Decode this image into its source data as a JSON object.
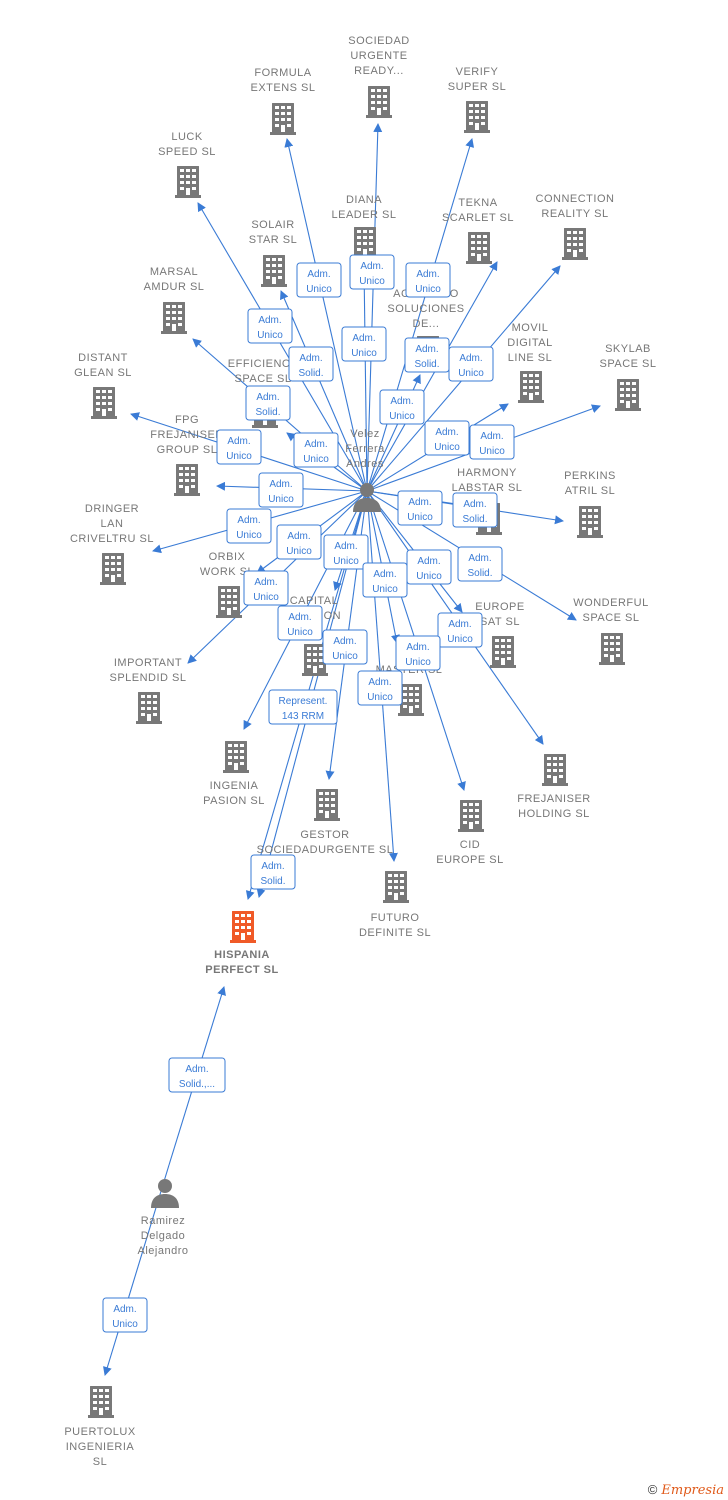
{
  "colors": {
    "edge": "#3a7bd5",
    "building": "#787878",
    "focus": "#f05a28",
    "person": "#787878"
  },
  "footer": {
    "copyright_symbol": "©",
    "brand": "Empresia"
  },
  "persons": [
    {
      "id": "velez",
      "lines": [
        "Velez",
        "Ferrera",
        "Andres"
      ]
    },
    {
      "id": "ramirez",
      "lines": [
        "Ramirez",
        "Delgado",
        "Alejandro"
      ]
    }
  ],
  "companies": [
    {
      "id": "sociedad-urgente-ready",
      "lines": [
        "SOCIEDAD",
        "URGENTE",
        "READY..."
      ]
    },
    {
      "id": "formula-extens",
      "lines": [
        "FORMULA",
        "EXTENS  SL"
      ]
    },
    {
      "id": "verify-super",
      "lines": [
        "VERIFY",
        "SUPER  SL"
      ]
    },
    {
      "id": "luck-speed",
      "lines": [
        "LUCK",
        "SPEED  SL"
      ]
    },
    {
      "id": "diana-leader",
      "lines": [
        "DIANA",
        "LEADER  SL"
      ]
    },
    {
      "id": "tekna-scarlet",
      "lines": [
        "TEKNA",
        "SCARLET  SL"
      ]
    },
    {
      "id": "connection-reality",
      "lines": [
        "CONNECTION",
        "REALITY  SL"
      ]
    },
    {
      "id": "solair-star",
      "lines": [
        "SOLAIR",
        "STAR  SL"
      ]
    },
    {
      "id": "marsal-amdur",
      "lines": [
        "MARSAL",
        "AMDUR  SL"
      ]
    },
    {
      "id": "actuando-soluciones",
      "lines": [
        "ACTUANDO",
        "SOLUCIONES",
        "DE..."
      ]
    },
    {
      "id": "movil-digital-line",
      "lines": [
        "MOVIL",
        "DIGITAL",
        "LINE SL"
      ]
    },
    {
      "id": "skylab-space",
      "lines": [
        "SKYLAB",
        "SPACE  SL"
      ]
    },
    {
      "id": "distant-glean",
      "lines": [
        "DISTANT",
        "GLEAN  SL"
      ]
    },
    {
      "id": "efficiency-space",
      "lines": [
        "EFFICIENCY",
        "SPACE SL"
      ]
    },
    {
      "id": "fpg-frejaniser-group",
      "lines": [
        "FPG",
        "FREJANISER",
        "GROUP  SL"
      ]
    },
    {
      "id": "harmony-labstar",
      "lines": [
        "HARMONY",
        "LABSTAR SL"
      ]
    },
    {
      "id": "perkins-atril",
      "lines": [
        "PERKINS",
        "ATRIL  SL"
      ]
    },
    {
      "id": "dringer-lan-criveltru",
      "lines": [
        "DRINGER",
        "LAN",
        "CRIVELTRU SL"
      ]
    },
    {
      "id": "orbix-work",
      "lines": [
        "ORBIX",
        "WORK  SL"
      ]
    },
    {
      "id": "capital-ocasion",
      "lines": [
        "CAPITAL",
        "OCASION"
      ]
    },
    {
      "id": "europe-sat",
      "lines": [
        "EUROPE",
        "SAT  SL"
      ]
    },
    {
      "id": "wonderful-space",
      "lines": [
        "WONDERFUL",
        "SPACE  SL"
      ]
    },
    {
      "id": "important-splendid",
      "lines": [
        "IMPORTANT",
        "SPLENDID  SL"
      ]
    },
    {
      "id": "kids-master",
      "lines": [
        "KIDS",
        "MASTER SL"
      ]
    },
    {
      "id": "ingenia-pasion",
      "lines": [
        "INGENIA",
        "PASION  SL"
      ]
    },
    {
      "id": "frejaniser-holding",
      "lines": [
        "FREJANISER",
        "HOLDING  SL"
      ]
    },
    {
      "id": "gestor-sociedadurgente",
      "lines": [
        "GESTOR",
        "SOCIEDADURGENTE SL"
      ]
    },
    {
      "id": "cid-europe",
      "lines": [
        "CID",
        "EUROPE  SL"
      ]
    },
    {
      "id": "futuro-definite",
      "lines": [
        "FUTURO",
        "DEFINITE  SL"
      ]
    },
    {
      "id": "hispania-perfect",
      "lines": [
        "HISPANIA",
        "PERFECT  SL"
      ],
      "focus": true
    },
    {
      "id": "puertolux-ingenieria",
      "lines": [
        "PUERTOLUX",
        "INGENIERIA",
        "SL"
      ]
    }
  ],
  "relations": [
    {
      "from": "velez",
      "to": "sociedad-urgente-ready",
      "lines": [
        "Adm.",
        "Unico"
      ]
    },
    {
      "from": "velez",
      "to": "formula-extens",
      "lines": [
        "Adm.",
        "Unico"
      ]
    },
    {
      "from": "velez",
      "to": "verify-super",
      "lines": [
        "Adm.",
        "Unico"
      ]
    },
    {
      "from": "velez",
      "to": "luck-speed",
      "lines": [
        "Adm.",
        "Unico"
      ]
    },
    {
      "from": "velez",
      "to": "diana-leader",
      "lines": [
        "Adm.",
        "Unico"
      ]
    },
    {
      "from": "velez",
      "to": "tekna-scarlet",
      "lines": [
        "Adm.",
        "Solid."
      ]
    },
    {
      "from": "velez",
      "to": "connection-reality",
      "lines": [
        "Adm.",
        "Unico"
      ]
    },
    {
      "from": "velez",
      "to": "solair-star",
      "lines": [
        "Adm.",
        "Solid."
      ]
    },
    {
      "from": "velez",
      "to": "marsal-amdur",
      "lines": [
        "Adm.",
        "Solid."
      ]
    },
    {
      "from": "velez",
      "to": "actuando-soluciones",
      "lines": [
        "Adm.",
        "Unico"
      ]
    },
    {
      "from": "velez",
      "to": "movil-digital-line",
      "lines": [
        "Adm.",
        "Unico"
      ]
    },
    {
      "from": "velez",
      "to": "skylab-space",
      "lines": [
        "Adm.",
        "Unico"
      ]
    },
    {
      "from": "velez",
      "to": "distant-glean",
      "lines": [
        "Adm.",
        "Unico"
      ]
    },
    {
      "from": "velez",
      "to": "efficiency-space",
      "lines": [
        "Adm.",
        "Unico"
      ]
    },
    {
      "from": "velez",
      "to": "fpg-frejaniser-group",
      "lines": [
        "Adm.",
        "Unico"
      ]
    },
    {
      "from": "velez",
      "to": "harmony-labstar",
      "lines": [
        "Adm.",
        "Unico"
      ]
    },
    {
      "from": "velez",
      "to": "perkins-atril",
      "lines": [
        "Adm.",
        "Solid."
      ]
    },
    {
      "from": "velez",
      "to": "dringer-lan-criveltru",
      "lines": [
        "Adm.",
        "Unico"
      ]
    },
    {
      "from": "velez",
      "to": "orbix-work",
      "lines": [
        "Adm.",
        "Unico"
      ]
    },
    {
      "from": "velez",
      "to": "capital-ocasion",
      "lines": [
        "Adm.",
        "Unico"
      ]
    },
    {
      "from": "velez",
      "to": "europe-sat",
      "lines": [
        "Adm.",
        "Unico"
      ]
    },
    {
      "from": "velez",
      "to": "wonderful-space",
      "lines": [
        "Adm.",
        "Solid."
      ]
    },
    {
      "from": "velez",
      "to": "important-splendid",
      "lines": [
        "Adm.",
        "Unico"
      ]
    },
    {
      "from": "velez",
      "to": "kids-master",
      "lines": [
        "Adm.",
        "Unico"
      ]
    },
    {
      "from": "velez",
      "to": "ingenia-pasion",
      "lines": [
        "Adm.",
        "Unico"
      ]
    },
    {
      "from": "velez",
      "to": "frejaniser-holding",
      "lines": [
        "Adm.",
        "Unico"
      ]
    },
    {
      "from": "velez",
      "to": "gestor-sociedadurgente",
      "lines": [
        "Adm.",
        "Unico"
      ]
    },
    {
      "from": "velez",
      "to": "cid-europe",
      "lines": [
        "Adm.",
        "Unico"
      ]
    },
    {
      "from": "velez",
      "to": "futuro-definite",
      "lines": [
        "Adm.",
        "Unico"
      ]
    },
    {
      "from": "velez",
      "to": "hispania-perfect",
      "lines": [
        "Represent.",
        "143 RRM"
      ]
    },
    {
      "from": "velez",
      "to": "hispania-perfect",
      "lines": [
        "Adm.",
        "Solid."
      ]
    },
    {
      "from": "ramirez",
      "to": "hispania-perfect",
      "lines": [
        "Adm.",
        "Solid.,..."
      ]
    },
    {
      "from": "ramirez",
      "to": "puertolux-ingenieria",
      "lines": [
        "Adm.",
        "Unico"
      ]
    }
  ]
}
